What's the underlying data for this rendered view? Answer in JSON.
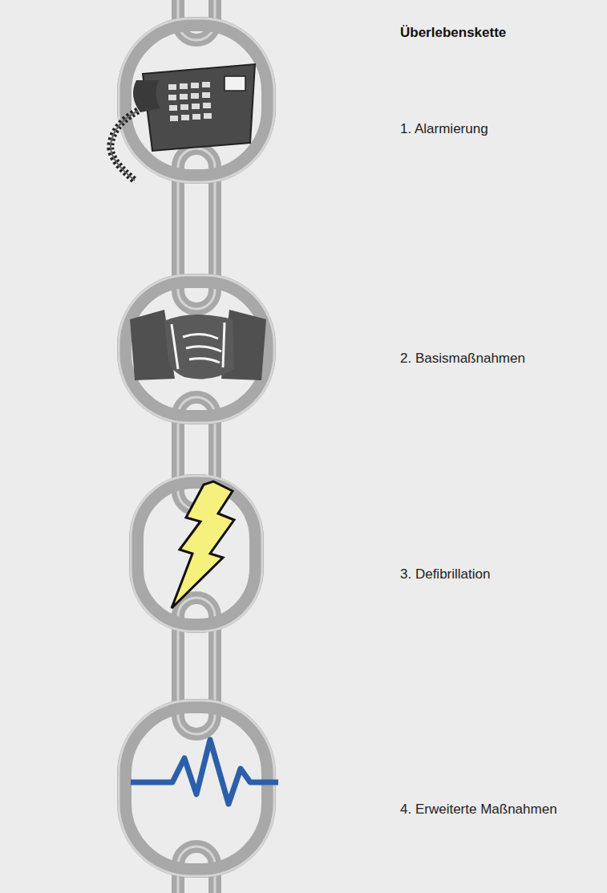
{
  "diagram": {
    "title": "Überlebenskette",
    "nodes": [
      {
        "text": [
          "1. Alarmierung"
        ]
      },
      {
        "text": [
          "2. Basismaßnahmen"
        ]
      },
      {
        "text": [
          "3. Defibrillation"
        ]
      },
      {
        "text": [
          "4. Erweiterte Maßnahmen"
        ]
      }
    ]
  }
}
